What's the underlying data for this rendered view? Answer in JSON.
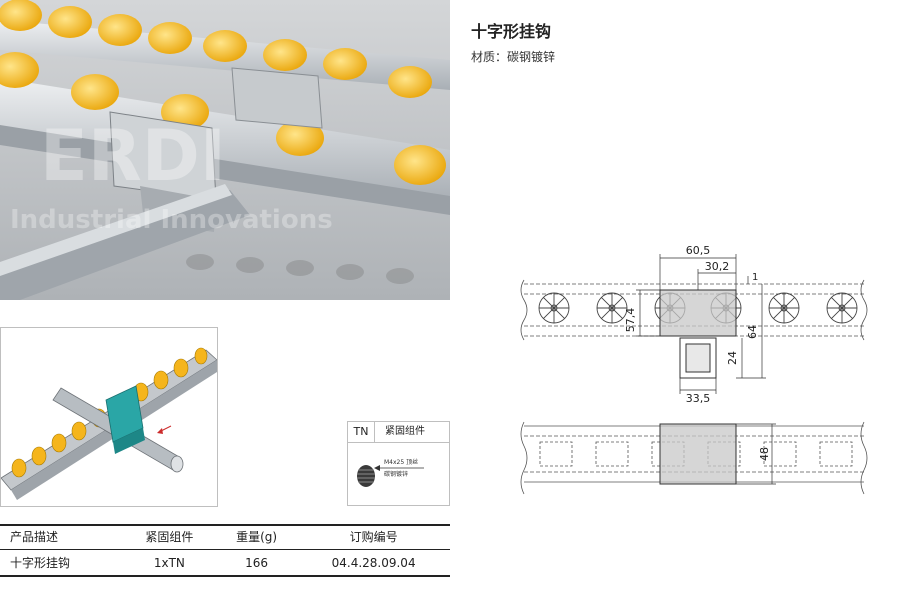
{
  "product": {
    "title": "十字形挂钩",
    "material_label": "材质：",
    "material_value": "碳钢镀锌"
  },
  "photo": {
    "watermark_line1": "ERDI",
    "watermark_line2": "Industrial Innovations"
  },
  "fastener": {
    "code": "TN",
    "title": "紧固组件",
    "screw_note": "M4x25 顶丝",
    "finish_note": "碳钢镀锌"
  },
  "drawing": {
    "dim_width": "60,5",
    "dim_half": "30,2",
    "dim_offset": "1",
    "dim_height_left": "57,4",
    "dim_height_right": "64",
    "dim_profile_h": "24",
    "dim_profile_w": "33,5",
    "dim_plan": "48"
  },
  "table": {
    "headers": [
      "产品描述",
      "紧固组件",
      "重量(g)",
      "订购编号"
    ],
    "rows": [
      [
        "十字形挂钩",
        "1xTN",
        "166",
        "04.4.28.09.04"
      ]
    ]
  },
  "colors": {
    "roller_yellow": "#f5b51c",
    "steel": "#b8bec4",
    "clip_grey": "#c8c8c8",
    "accent_cyan": "#2aa6a6"
  }
}
